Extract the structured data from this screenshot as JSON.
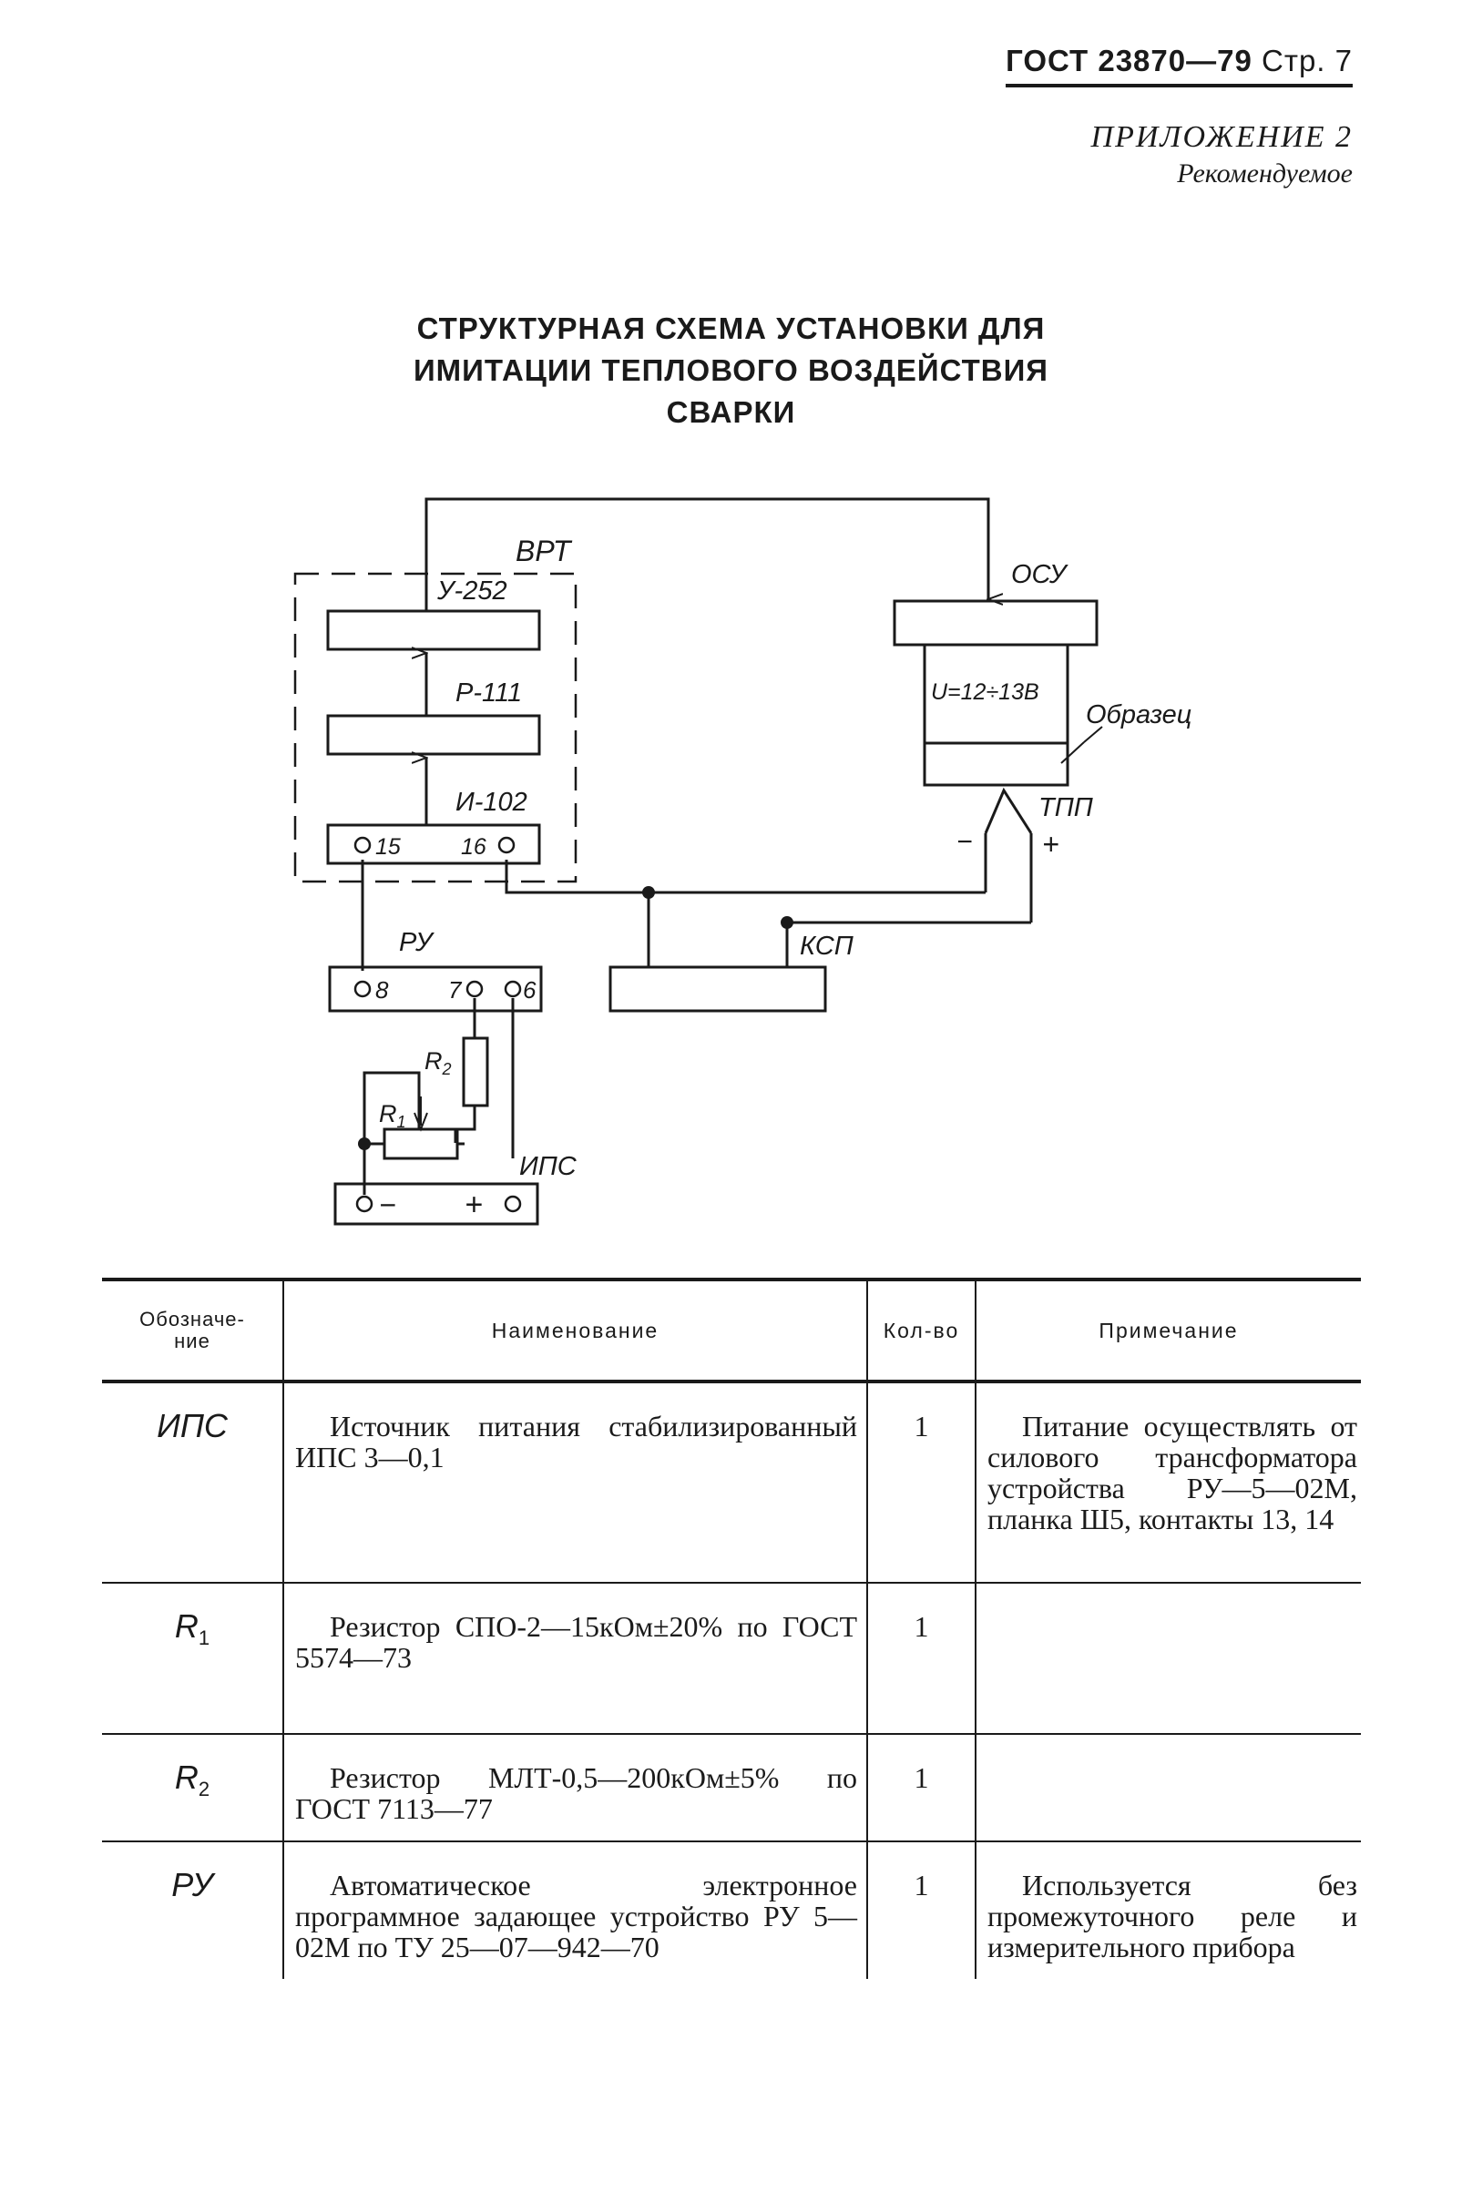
{
  "header": {
    "standard": "ГОСТ 23870—79",
    "page": "Стр. 7"
  },
  "appendix": {
    "title": "ПРИЛОЖЕНИЕ 2",
    "subtitle": "Рекомендуемое"
  },
  "title_lines": [
    "СТРУКТУРНАЯ СХЕМА УСТАНОВКИ ДЛЯ",
    "ИМИТАЦИИ ТЕПЛОВОГО ВОЗДЕЙСТВИЯ",
    "СВАРКИ"
  ],
  "diagram": {
    "vrt": "ВРТ",
    "u252": "У-252",
    "r111": "Р-111",
    "i102": "И-102",
    "t15": "15",
    "t16": "16",
    "osu": "ОСУ",
    "voltage": "U=12÷13В",
    "sample": "Образец",
    "tpp": "ТПП",
    "tpp_minus": "−",
    "tpp_plus": "+",
    "ru": "РУ",
    "t8": "8",
    "t7": "7",
    "t6": "6",
    "ksp": "КСП",
    "r1": "R",
    "r1_sub": "1",
    "r2": "R",
    "r2_sub": "2",
    "ips": "ИПС",
    "ips_minus": "−",
    "ips_plus": "+"
  },
  "table": {
    "headers": {
      "designation": [
        "Обозначе-",
        "ние"
      ],
      "name": "Наименование",
      "qty": "Кол-во",
      "note": "Примечание"
    },
    "rows": [
      {
        "designation": "ИПС",
        "name": "Источник питания стабилизированный ИПС 3—0,1",
        "qty": "1",
        "note": "Питание осуществлять от силового трансформатора устройства РУ—5—02М, планка Ш5, контакты 13, 14"
      },
      {
        "designation": "R",
        "designation_sub": "1",
        "name": "Резистор СПО-2—15кОм±20% по ГОСТ 5574—73",
        "qty": "1",
        "note": ""
      },
      {
        "designation": "R",
        "designation_sub": "2",
        "name": "Резистор МЛТ-0,5—200кОм±5% по ГОСТ 7113—77",
        "qty": "1",
        "note": ""
      },
      {
        "designation": "РУ",
        "name": "Автоматическое электронное программное задающее устройство РУ 5—02М по ТУ 25—07—942—70",
        "qty": "1",
        "note": "Используется без промежуточного реле и измерительного прибора"
      }
    ]
  }
}
